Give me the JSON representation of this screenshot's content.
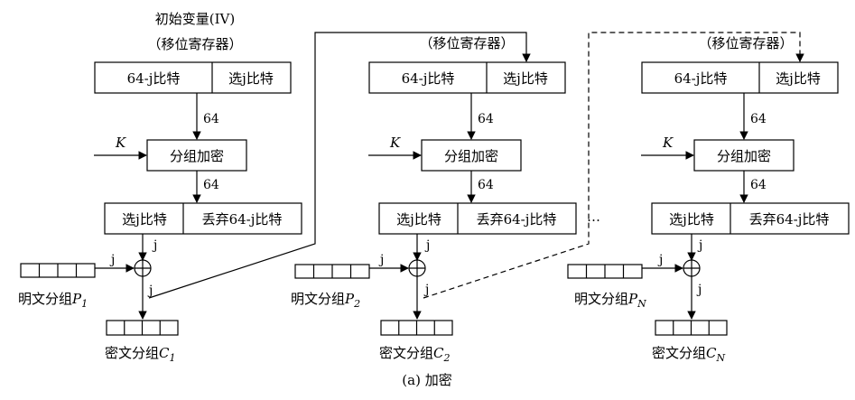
{
  "labels": {
    "iv_title": "初始变量(IV)",
    "shift_register": "（移位寄存器）",
    "high_bits": "64-j比特",
    "select_bits": "选j比特",
    "encrypt": "分组加密",
    "discard": "丢弃64-j比特",
    "key": "K",
    "width64": "64",
    "j": "j",
    "ellipsis": "…",
    "caption": "(a) 加密"
  },
  "stages": [
    {
      "plain_prefix": "明文分组",
      "plain_var": "P",
      "plain_sub": "1",
      "cipher_prefix": "密文分组",
      "cipher_var": "C",
      "cipher_sub": "1"
    },
    {
      "plain_prefix": "明文分组",
      "plain_var": "P",
      "plain_sub": "2",
      "cipher_prefix": "密文分组",
      "cipher_var": "C",
      "cipher_sub": "2"
    },
    {
      "plain_prefix": "明文分组",
      "plain_var": "P",
      "plain_sub": "N",
      "cipher_prefix": "密文分组",
      "cipher_var": "C",
      "cipher_sub": "N"
    }
  ]
}
